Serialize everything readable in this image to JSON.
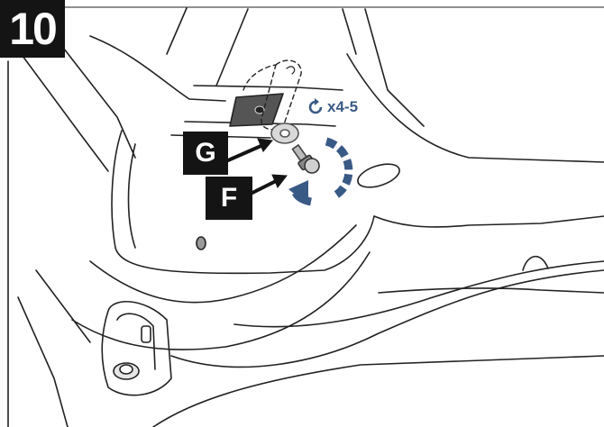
{
  "step": {
    "number": "10"
  },
  "callouts": {
    "g_label": "G",
    "f_label": "F"
  },
  "torque": {
    "label": "x4-5",
    "icon": "rotate-icon",
    "color": "#3a5a86"
  },
  "colors": {
    "ink": "#141414",
    "accent": "#3a5a86"
  }
}
